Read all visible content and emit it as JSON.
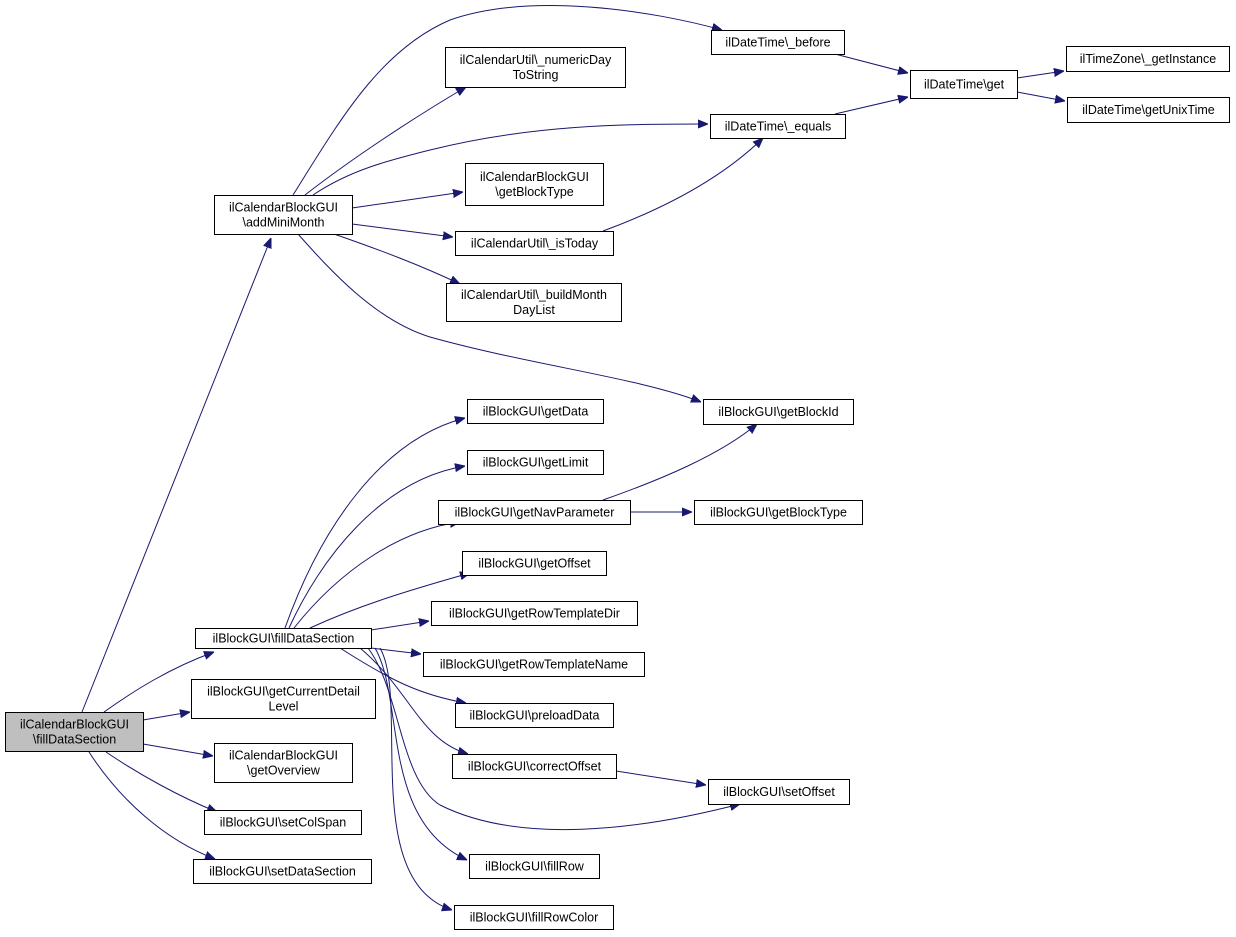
{
  "graph": {
    "nodes": [
      {
        "id": "root",
        "lines": [
          "ilCalendarBlockGUI",
          "\\fillDataSection"
        ],
        "root": true
      },
      {
        "id": "addMiniMonth",
        "lines": [
          "ilCalendarBlockGUI",
          "\\addMiniMonth"
        ]
      },
      {
        "id": "blockFillDataSection",
        "lines": [
          "ilBlockGUI\\fillDataSection"
        ]
      },
      {
        "id": "getCurrentDetailLevel",
        "lines": [
          "ilBlockGUI\\getCurrentDetail",
          "Level"
        ]
      },
      {
        "id": "calGetOverview",
        "lines": [
          "ilCalendarBlockGUI",
          "\\getOverview"
        ]
      },
      {
        "id": "setColSpan",
        "lines": [
          "ilBlockGUI\\setColSpan"
        ]
      },
      {
        "id": "setDataSection",
        "lines": [
          "ilBlockGUI\\setDataSection"
        ]
      },
      {
        "id": "dtBefore",
        "lines": [
          "ilDateTime\\_before"
        ]
      },
      {
        "id": "numericDay",
        "lines": [
          "ilCalendarUtil\\_numericDay",
          "ToString"
        ]
      },
      {
        "id": "dtEquals",
        "lines": [
          "ilDateTime\\_equals"
        ]
      },
      {
        "id": "calGetBlockType",
        "lines": [
          "ilCalendarBlockGUI",
          "\\getBlockType"
        ]
      },
      {
        "id": "isToday",
        "lines": [
          "ilCalendarUtil\\_isToday"
        ]
      },
      {
        "id": "buildMonth",
        "lines": [
          "ilCalendarUtil\\_buildMonth",
          "DayList"
        ]
      },
      {
        "id": "dtGet",
        "lines": [
          "ilDateTime\\get"
        ]
      },
      {
        "id": "tzGetInstance",
        "lines": [
          "ilTimeZone\\_getInstance"
        ]
      },
      {
        "id": "getUnixTime",
        "lines": [
          "ilDateTime\\getUnixTime"
        ]
      },
      {
        "id": "getBlockId",
        "lines": [
          "ilBlockGUI\\getBlockId"
        ]
      },
      {
        "id": "getData",
        "lines": [
          "ilBlockGUI\\getData"
        ]
      },
      {
        "id": "getLimit",
        "lines": [
          "ilBlockGUI\\getLimit"
        ]
      },
      {
        "id": "getNavParameter",
        "lines": [
          "ilBlockGUI\\getNavParameter"
        ]
      },
      {
        "id": "blockGetBlockType",
        "lines": [
          "ilBlockGUI\\getBlockType"
        ]
      },
      {
        "id": "getOffset",
        "lines": [
          "ilBlockGUI\\getOffset"
        ]
      },
      {
        "id": "getRowTemplateDir",
        "lines": [
          "ilBlockGUI\\getRowTemplateDir"
        ]
      },
      {
        "id": "getRowTemplateName",
        "lines": [
          "ilBlockGUI\\getRowTemplateName"
        ]
      },
      {
        "id": "preloadData",
        "lines": [
          "ilBlockGUI\\preloadData"
        ]
      },
      {
        "id": "correctOffset",
        "lines": [
          "ilBlockGUI\\correctOffset"
        ]
      },
      {
        "id": "setOffset",
        "lines": [
          "ilBlockGUI\\setOffset"
        ]
      },
      {
        "id": "fillRow",
        "lines": [
          "ilBlockGUI\\fillRow"
        ]
      },
      {
        "id": "fillRowColor",
        "lines": [
          "ilBlockGUI\\fillRowColor"
        ]
      }
    ],
    "edges": [
      {
        "from": "root",
        "to": "addMiniMonth"
      },
      {
        "from": "root",
        "to": "blockFillDataSection"
      },
      {
        "from": "root",
        "to": "getCurrentDetailLevel"
      },
      {
        "from": "root",
        "to": "calGetOverview"
      },
      {
        "from": "root",
        "to": "setColSpan"
      },
      {
        "from": "root",
        "to": "setDataSection"
      },
      {
        "from": "addMiniMonth",
        "to": "dtBefore"
      },
      {
        "from": "addMiniMonth",
        "to": "numericDay"
      },
      {
        "from": "addMiniMonth",
        "to": "dtEquals"
      },
      {
        "from": "addMiniMonth",
        "to": "calGetBlockType"
      },
      {
        "from": "addMiniMonth",
        "to": "isToday"
      },
      {
        "from": "addMiniMonth",
        "to": "buildMonth"
      },
      {
        "from": "addMiniMonth",
        "to": "getBlockId"
      },
      {
        "from": "dtBefore",
        "to": "dtGet"
      },
      {
        "from": "dtEquals",
        "to": "dtGet"
      },
      {
        "from": "isToday",
        "to": "dtEquals"
      },
      {
        "from": "dtGet",
        "to": "tzGetInstance"
      },
      {
        "from": "dtGet",
        "to": "getUnixTime"
      },
      {
        "from": "blockFillDataSection",
        "to": "getData"
      },
      {
        "from": "blockFillDataSection",
        "to": "getLimit"
      },
      {
        "from": "blockFillDataSection",
        "to": "getNavParameter"
      },
      {
        "from": "blockFillDataSection",
        "to": "getOffset"
      },
      {
        "from": "blockFillDataSection",
        "to": "getRowTemplateDir"
      },
      {
        "from": "blockFillDataSection",
        "to": "getRowTemplateName"
      },
      {
        "from": "blockFillDataSection",
        "to": "preloadData"
      },
      {
        "from": "blockFillDataSection",
        "to": "correctOffset"
      },
      {
        "from": "blockFillDataSection",
        "to": "setOffset"
      },
      {
        "from": "blockFillDataSection",
        "to": "fillRow"
      },
      {
        "from": "blockFillDataSection",
        "to": "fillRowColor"
      },
      {
        "from": "getNavParameter",
        "to": "getBlockId"
      },
      {
        "from": "getNavParameter",
        "to": "blockGetBlockType"
      },
      {
        "from": "correctOffset",
        "to": "setOffset"
      }
    ]
  }
}
